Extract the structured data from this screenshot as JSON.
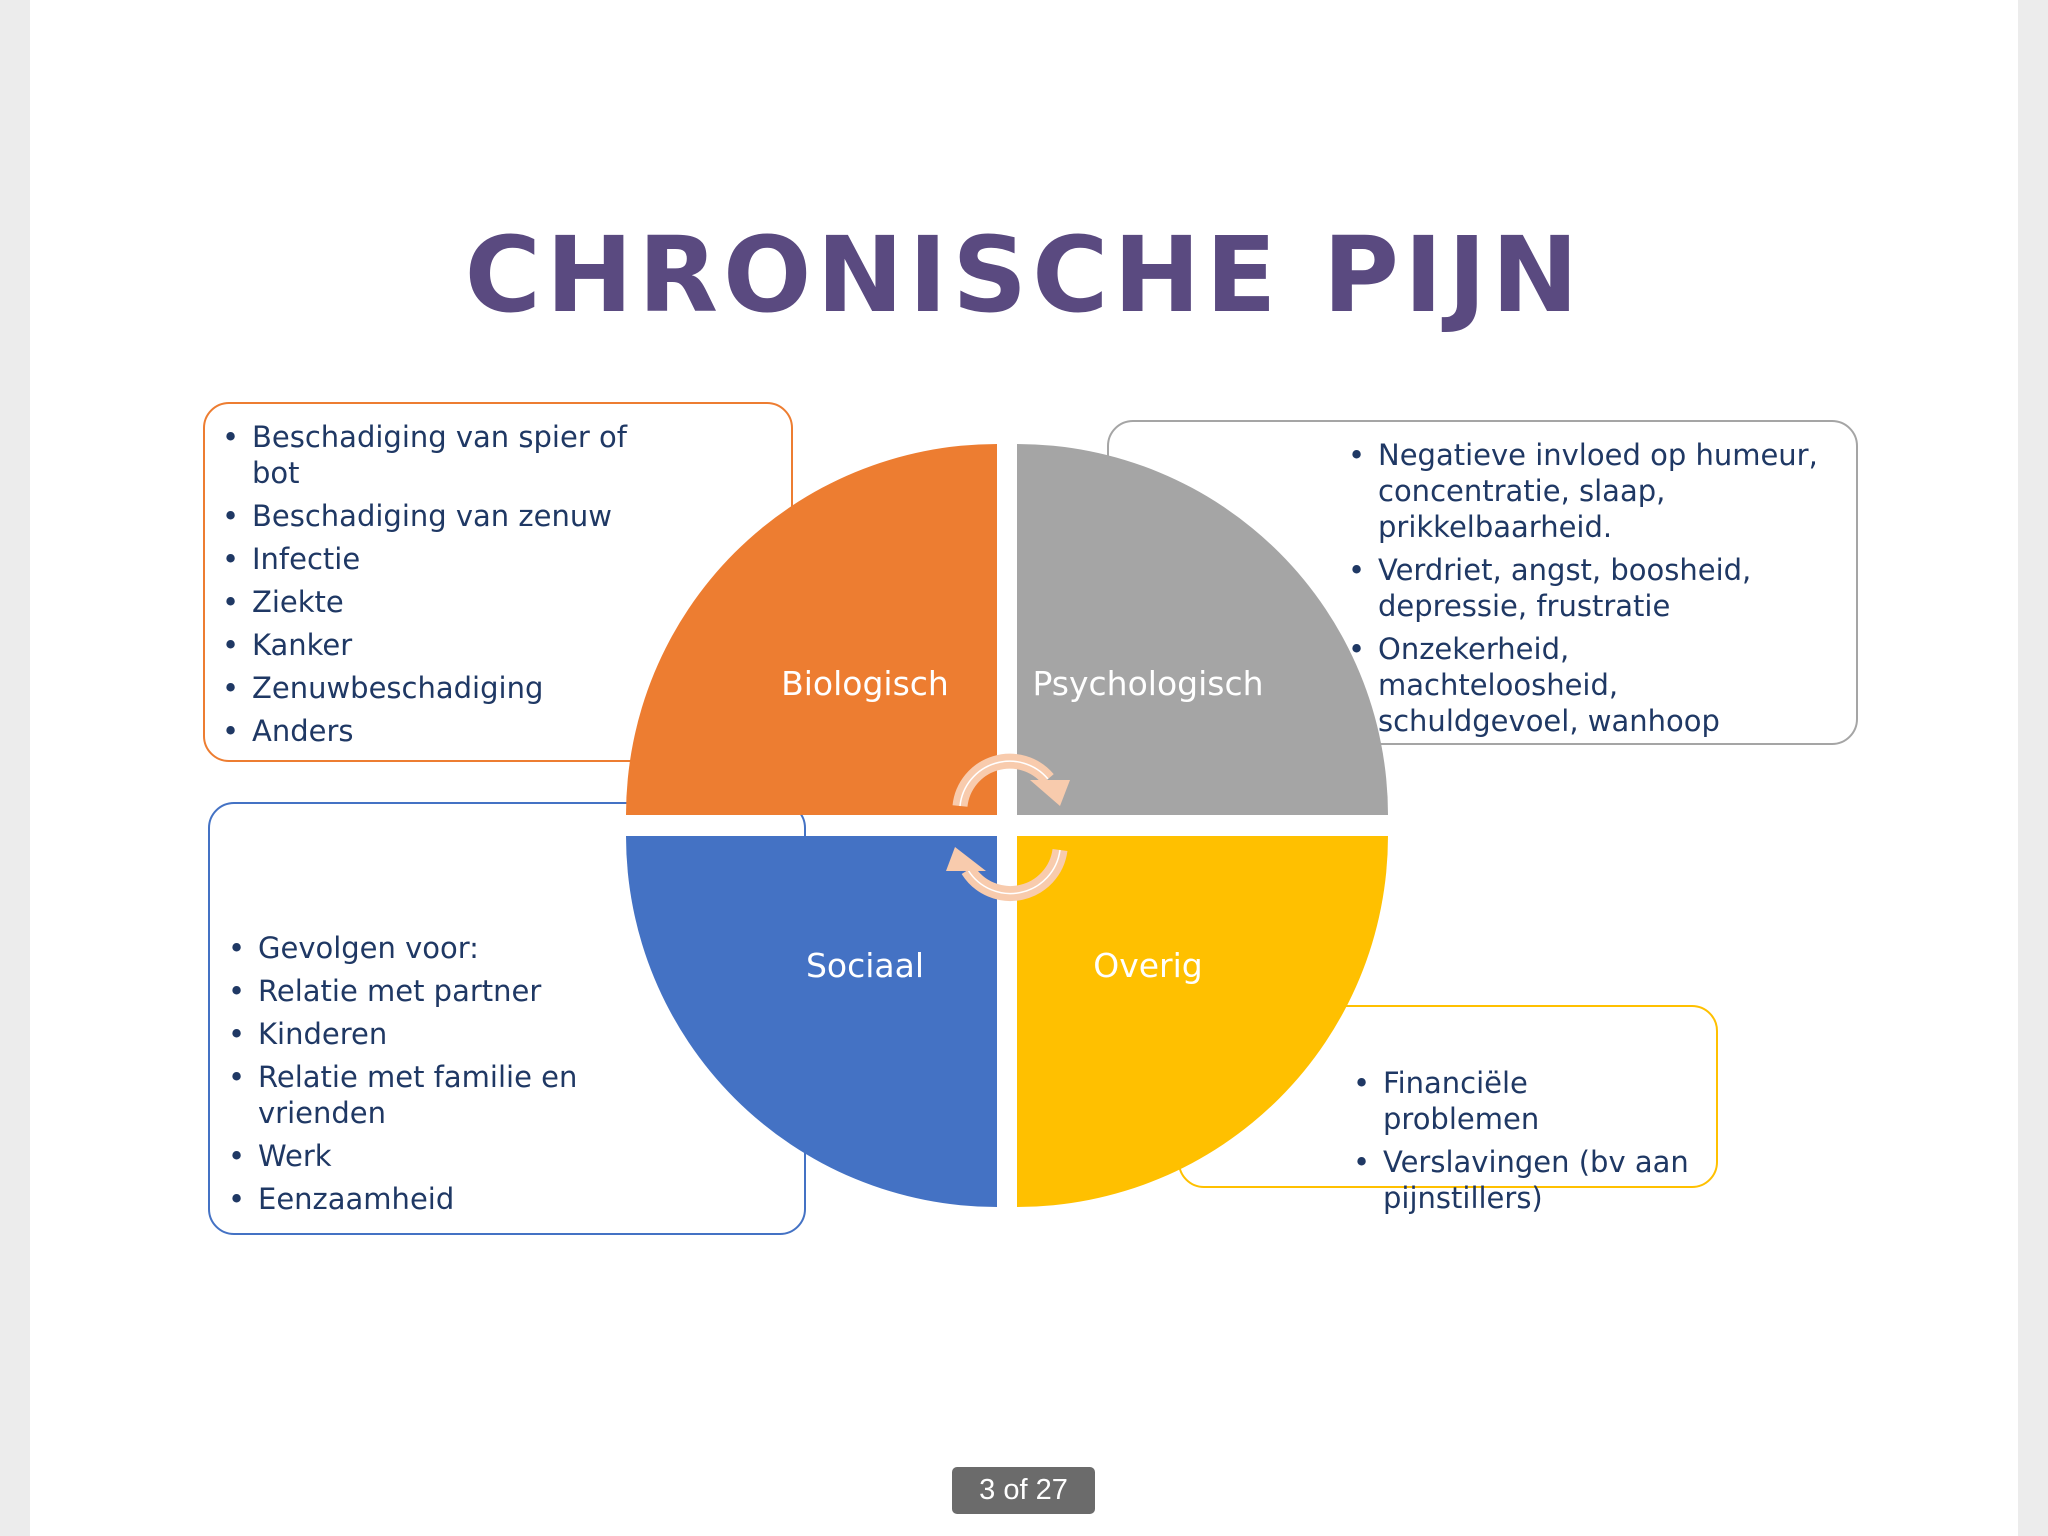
{
  "slide": {
    "title": "CHRONISCHE PIJN",
    "quadrants": [
      {
        "id": "bio",
        "label": "Biologisch",
        "color": "#ed7d31"
      },
      {
        "id": "psy",
        "label": "Psychologisch",
        "color": "#a5a5a5"
      },
      {
        "id": "soc",
        "label": "Sociaal",
        "color": "#4472c4"
      },
      {
        "id": "ovr",
        "label": "Overig",
        "color": "#ffc000"
      }
    ],
    "boxes": {
      "bio": {
        "items": [
          "Beschadiging van spier of bot",
          "Beschadiging van zenuw",
          "Infectie",
          "Ziekte",
          "Kanker",
          "Zenuwbeschadiging",
          "Anders"
        ]
      },
      "psy": {
        "items": [
          "Negatieve invloed op humeur, concentratie, slaap, prikkelbaarheid.",
          "Verdriet, angst, boosheid, depressie, frustratie",
          "Onzekerheid, machteloosheid, schuldgevoel, wanhoop"
        ]
      },
      "soc": {
        "items": [
          "Gevolgen voor:",
          "Relatie met partner",
          "Kinderen",
          "Relatie met familie en vrienden",
          "Werk",
          "Eenzaamheid"
        ]
      },
      "ovr": {
        "items": [
          "Financiële problemen",
          "Verslavingen (bv aan pijnstillers)"
        ]
      }
    },
    "cycle_arrow_color": "#f8cbad"
  },
  "viewer": {
    "page_indicator": "3 of 27"
  }
}
